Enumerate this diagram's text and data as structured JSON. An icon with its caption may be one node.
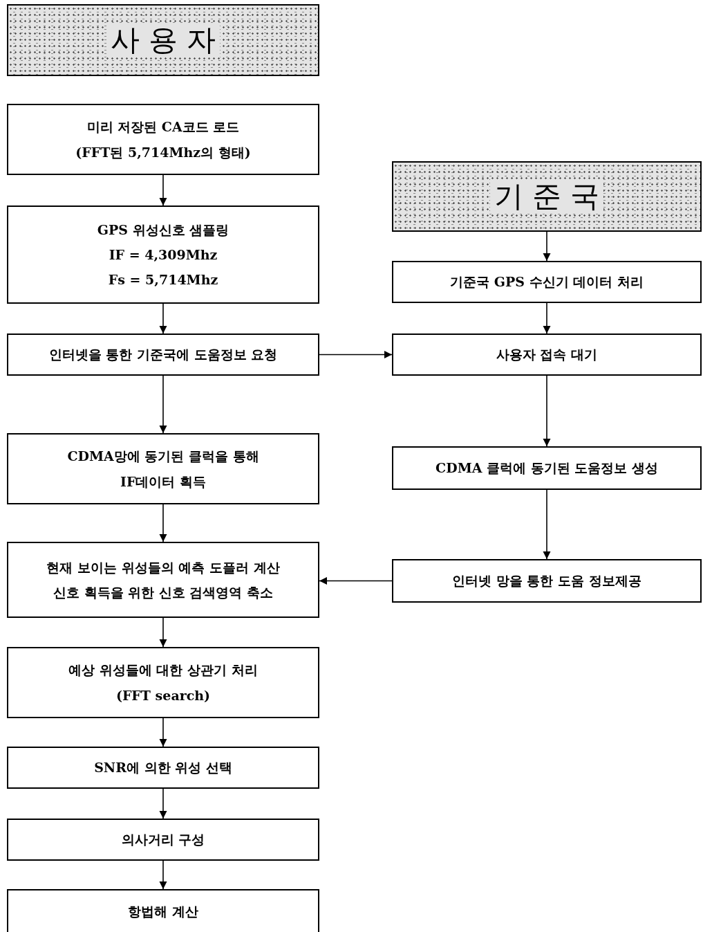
{
  "diagram": {
    "nodes": [
      {
        "text": [
          "사 용 자"
        ]
      },
      {
        "text": [
          "미리 저장된 CA코드 로드",
          "(FFT된 5,714Mhz의 형태)"
        ]
      },
      {
        "text": [
          "GPS 위성신호 샘플링",
          "IF = 4,309Mhz",
          "Fs = 5,714Mhz"
        ]
      },
      {
        "text": [
          "인터넷을 통한 기준국에 도움정보 요청"
        ]
      },
      {
        "text": [
          "CDMA망에 동기된 클럭을 통해",
          "IF데이터 획득"
        ]
      },
      {
        "text": [
          "현재 보이는 위성들의 예측 도플러 계산",
          "신호 획득을 위한 신호 검색영역 축소"
        ]
      },
      {
        "text": [
          "예상 위성들에 대한 상관기 처리",
          "(FFT search)"
        ]
      },
      {
        "text": [
          "SNR에 의한 위성 선택"
        ]
      },
      {
        "text": [
          "의사거리 구성"
        ]
      },
      {
        "text": [
          "항법해 계산"
        ]
      },
      {
        "text": [
          "기 준 국"
        ]
      },
      {
        "text": [
          "기준국 GPS 수신기 데이터 처리"
        ]
      },
      {
        "text": [
          "사용자 접속 대기"
        ]
      },
      {
        "text": [
          "CDMA 클럭에 동기된 도움정보 생성"
        ]
      },
      {
        "text": [
          "인터넷 망을 통한 도움 정보제공"
        ]
      }
    ],
    "edges": [
      {
        "from": 1,
        "to": 2,
        "arrow": "to"
      },
      {
        "from": 2,
        "to": 3,
        "arrow": "to"
      },
      {
        "from": 3,
        "to": 4,
        "arrow": "to"
      },
      {
        "from": 4,
        "to": 5,
        "arrow": "to"
      },
      {
        "from": 5,
        "to": 6,
        "arrow": "to"
      },
      {
        "from": 6,
        "to": 7,
        "arrow": "to"
      },
      {
        "from": 7,
        "to": 8,
        "arrow": "to"
      },
      {
        "from": 8,
        "to": 9,
        "arrow": "to"
      },
      {
        "from": 3,
        "to": 12,
        "arrow": "to"
      },
      {
        "from": 10,
        "to": 11,
        "arrow": "to"
      },
      {
        "from": 11,
        "to": 12,
        "arrow": "to"
      },
      {
        "from": 12,
        "to": 13,
        "arrow": "to"
      },
      {
        "from": 13,
        "to": 14,
        "arrow": "to"
      },
      {
        "from": 14,
        "to": 5,
        "arrow": "to"
      }
    ]
  }
}
